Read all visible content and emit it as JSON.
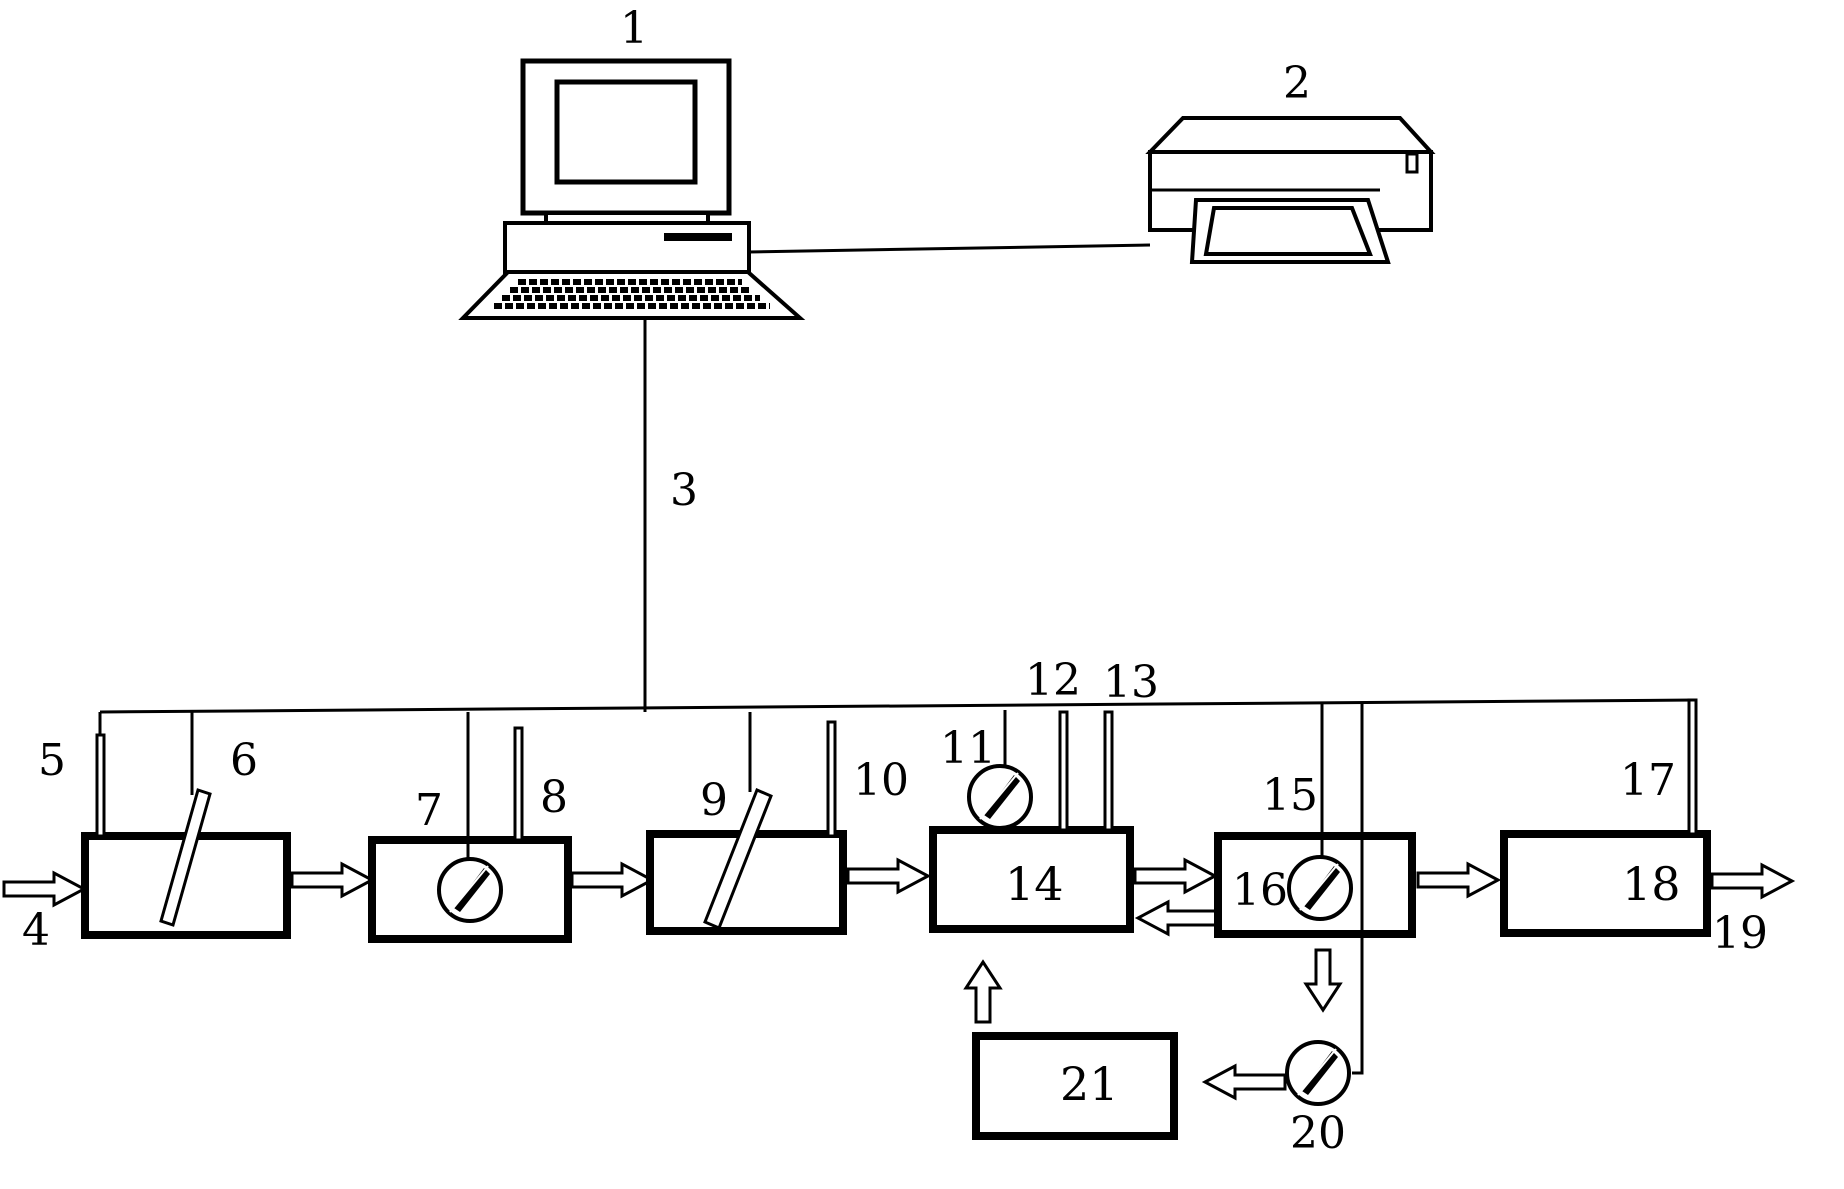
{
  "labels": {
    "computer": "1",
    "printer": "2",
    "bus_line": "3",
    "inlet": "4",
    "sensor_5": "5",
    "probe_6": "6",
    "valve_7": "7",
    "sensor_8": "8",
    "probe_9": "9",
    "sensor_10": "10",
    "valve_11": "11",
    "sensor_12": "12",
    "sensor_13": "13",
    "unit_14": "14",
    "line_15": "15",
    "valve_16": "16",
    "sensor_17": "17",
    "unit_18": "18",
    "outlet": "19",
    "valve_20": "20",
    "unit_21": "21"
  },
  "colors": {
    "ink": "#000000",
    "paper": "#ffffff"
  }
}
